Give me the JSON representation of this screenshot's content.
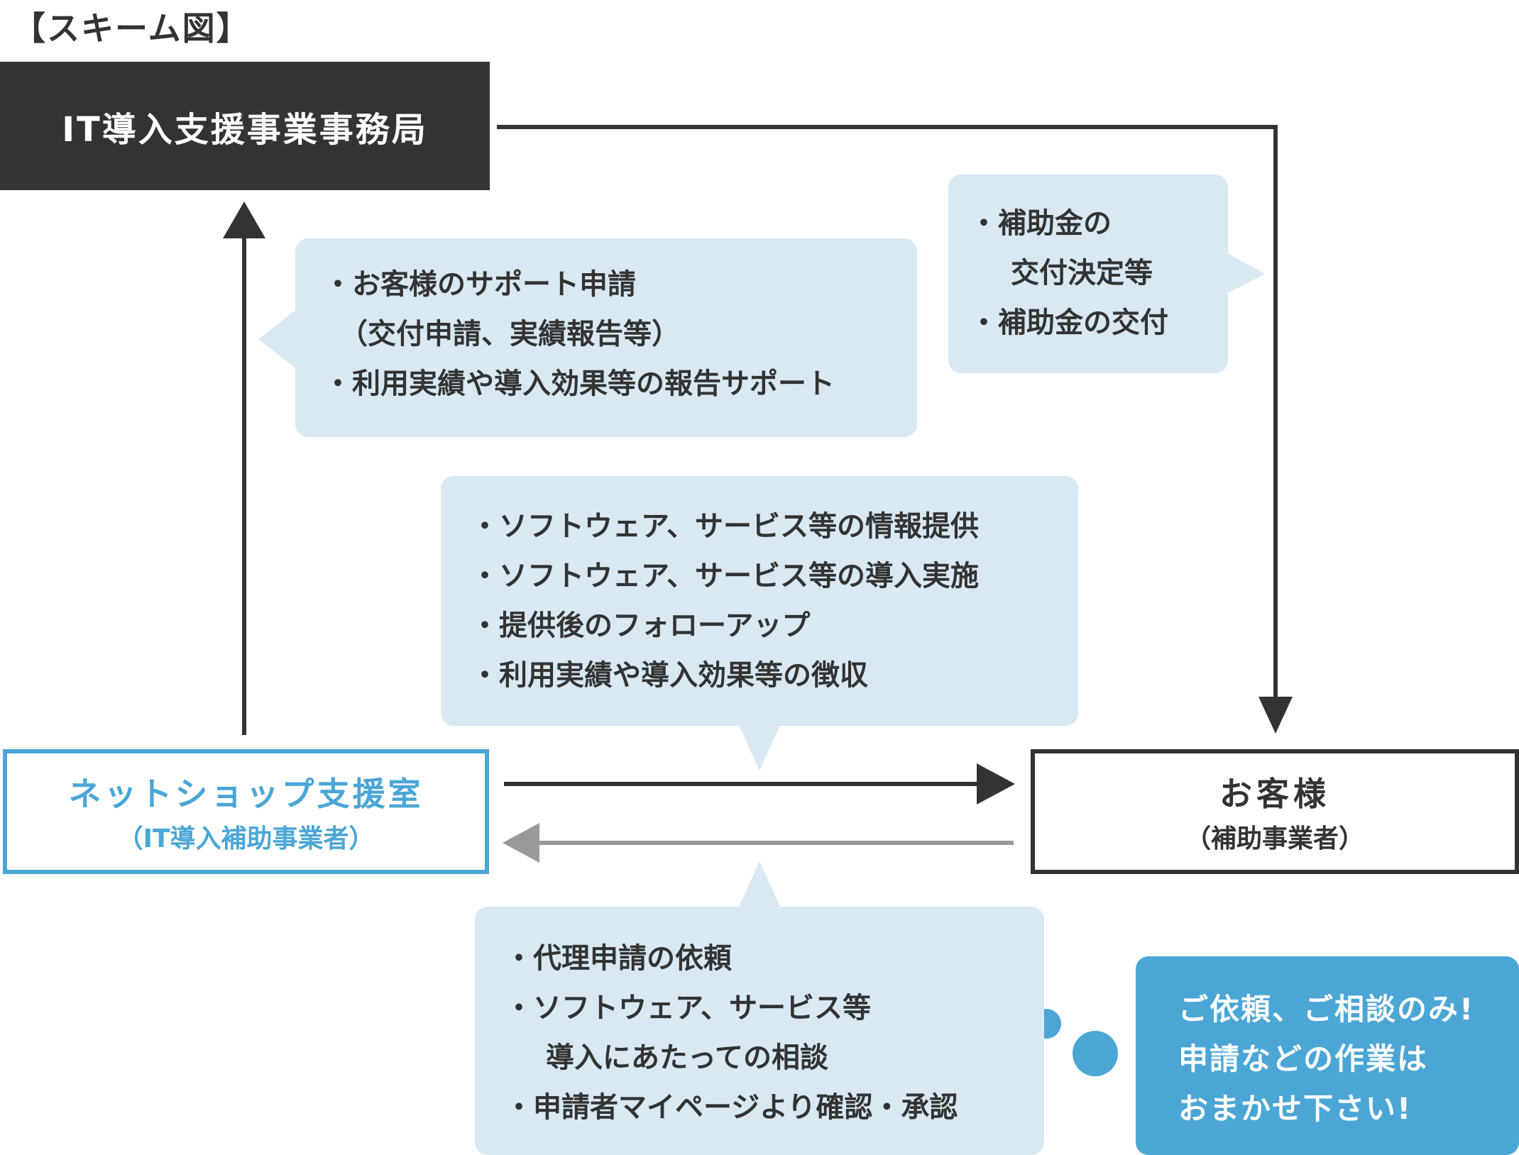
{
  "title": "【スキーム図】",
  "nodes": {
    "office": {
      "label": "IT導入支援事業事務局"
    },
    "shop": {
      "label": "ネットショップ支援室",
      "sub": "（IT導入補助事業者）"
    },
    "customer": {
      "label": "お客様",
      "sub": "（補助事業者）"
    }
  },
  "bubbles": {
    "shop_to_office": [
      "・お客様のサポート申請",
      "（交付申請、実績報告等）",
      "・利用実績や導入効果等の報告サポート"
    ],
    "office_to_customer": [
      "・補助金の",
      "交付決定等",
      "・補助金の交付"
    ],
    "shop_to_customer": [
      "・ソフトウェア、サービス等の情報提供",
      "・ソフトウェア、サービス等の導入実施",
      "・提供後のフォローアップ",
      "・利用実績や導入効果等の徴収"
    ],
    "customer_to_shop": [
      "・代理申請の依頼",
      "・ソフトウェア、サービス等",
      "導入にあたっての相談",
      "・申請者マイページより確認・承認"
    ]
  },
  "callout": [
    "ご依頼、ご相談のみ!",
    "申請などの作業は",
    "おまかせ下さい!"
  ],
  "colors": {
    "dark": "#333333",
    "accent": "#4ba6d6",
    "bubble": "#d8e9f4",
    "return_arrow": "#999999"
  }
}
